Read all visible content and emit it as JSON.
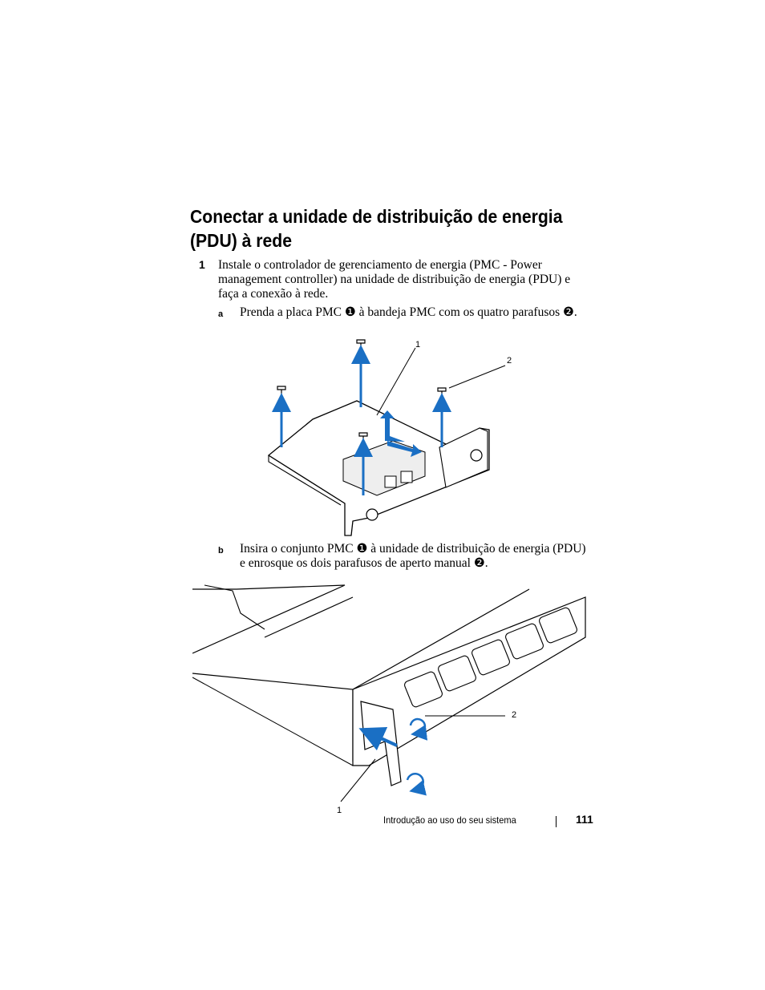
{
  "title": "Conectar a unidade de distribuição de energia (PDU) à rede",
  "step1": {
    "number": "1",
    "text": "Instale o controlador de gerenciamento de energia (PMC - Power management controller) na unidade de distribuição de energia (PDU) e faça a conexão à rede."
  },
  "substep_a": {
    "letter": "a",
    "text": "Prenda a placa PMC ❶ à bandeja PMC com os quatro parafusos ❷."
  },
  "figure1": {
    "callout_1": "1",
    "callout_2": "2"
  },
  "substep_b": {
    "letter": "b",
    "text": "Insira o conjunto PMC ❶ à unidade de distribuição de energia (PDU) e enrosque os dois parafusos de aperto manual ❷."
  },
  "figure2": {
    "callout_1": "1",
    "callout_2": "2"
  },
  "footer": {
    "section": "Introdução ao uso do seu sistema",
    "page": "111"
  },
  "colors": {
    "arrow_blue": "#1a6fc4",
    "line": "#000000"
  }
}
